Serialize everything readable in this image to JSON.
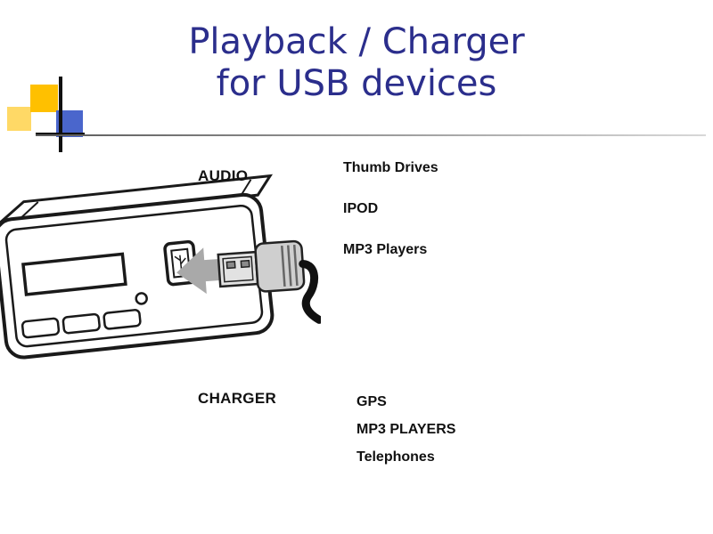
{
  "slide": {
    "title_line1": "Playback / Charger",
    "title_line2": "for USB devices"
  },
  "audio_section": {
    "heading": "AUDIO",
    "items": [
      "Thumb Drives",
      "IPOD",
      "MP3 Players"
    ]
  },
  "charger_section": {
    "heading": "CHARGER",
    "items": [
      "GPS",
      "MP3 PLAYERS",
      "Telephones"
    ]
  },
  "illustration": {
    "description": "car stereo head unit with USB plug and arrow pointing into USB port"
  },
  "colors": {
    "title": "#2b2e8c",
    "decoration_yellow": "#ffc000",
    "decoration_pale_yellow": "#ffd966",
    "decoration_blue": "#4a66cc",
    "arrow_gray": "#a9a9a9",
    "text": "#111111"
  }
}
